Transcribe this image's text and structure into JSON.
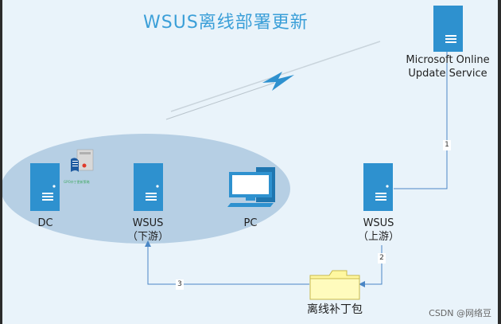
{
  "title": "WSUS离线部署更新",
  "nodes": {
    "microsoft": {
      "label_line1": "Microsoft Online",
      "label_line2": "Update Service",
      "icon": "server-icon"
    },
    "dc": {
      "label": "DC",
      "icon": "server-icon"
    },
    "wsus_down": {
      "label_line1": "WSUS",
      "label_line2": "（下游）",
      "icon": "server-icon"
    },
    "pc": {
      "label": "PC",
      "icon": "pc-icon"
    },
    "wsus_up": {
      "label_line1": "WSUS",
      "label_line2": "（上游）",
      "icon": "server-icon"
    },
    "package": {
      "label": "离线补丁包",
      "icon": "folder-icon"
    },
    "gpo": {
      "label": "GPO补丁更新策略",
      "icon": "policy-scroll-icon"
    }
  },
  "edges": [
    {
      "label": "1"
    },
    {
      "label": "2"
    },
    {
      "label": "3"
    }
  ],
  "watermark": "CSDN @网络豆",
  "colors": {
    "server": "#2e91cf",
    "server_dark": "#1f76b0",
    "ellipse": "#b6cfe4",
    "line": "#4a86c5",
    "folder": "#fff7a0",
    "folder_border": "#c8b84a",
    "title": "#3b9fd8"
  }
}
